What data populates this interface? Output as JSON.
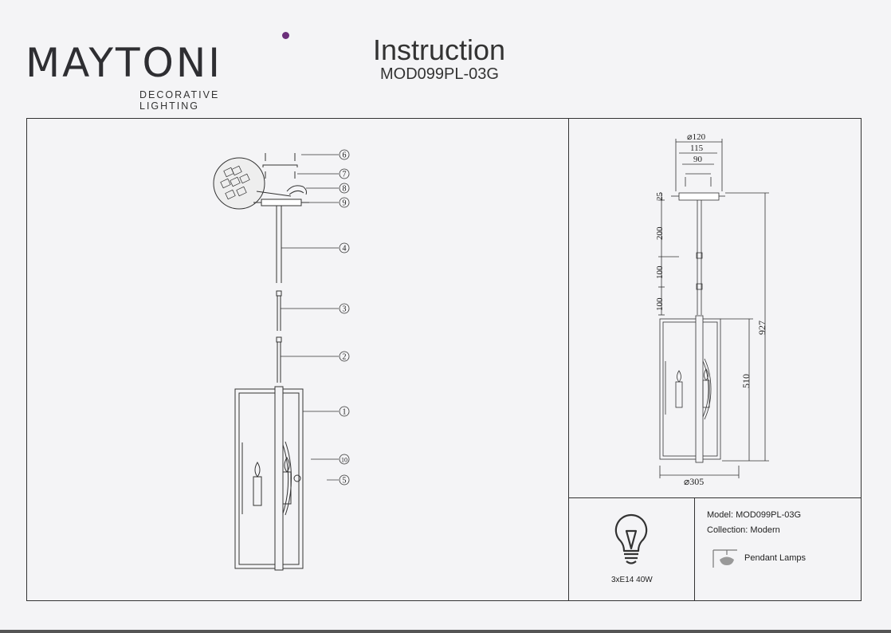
{
  "brand": {
    "name": "MAYTONI",
    "tagline": "DECORATIVE LIGHTING",
    "accent": "#6b2f7a"
  },
  "header": {
    "title": "Instruction",
    "model": "MOD099PL-03G"
  },
  "exploded_view": {
    "callouts": [
      "6",
      "7",
      "8",
      "9",
      "4",
      "3",
      "2",
      "1",
      "10",
      "5"
    ]
  },
  "dimensions": {
    "canopy_dia": "⌀120",
    "mount_1": "115",
    "mount_2": "90",
    "canopy_h": "25",
    "rod_1": "200",
    "rod_2": "100",
    "rod_3": "100",
    "total_h": "927",
    "body_h": "510",
    "body_dia": "⌀305"
  },
  "bulb": {
    "icon": "bulb-icon",
    "spec": "3xE14 40W"
  },
  "info": {
    "model_label": "Model:",
    "model_value": "MOD099PL-03G",
    "collection_label": "Collection:",
    "collection_value": "Modern",
    "type_icon": "pendant-lamp-icon",
    "type_label": "Pendant Lamps"
  }
}
